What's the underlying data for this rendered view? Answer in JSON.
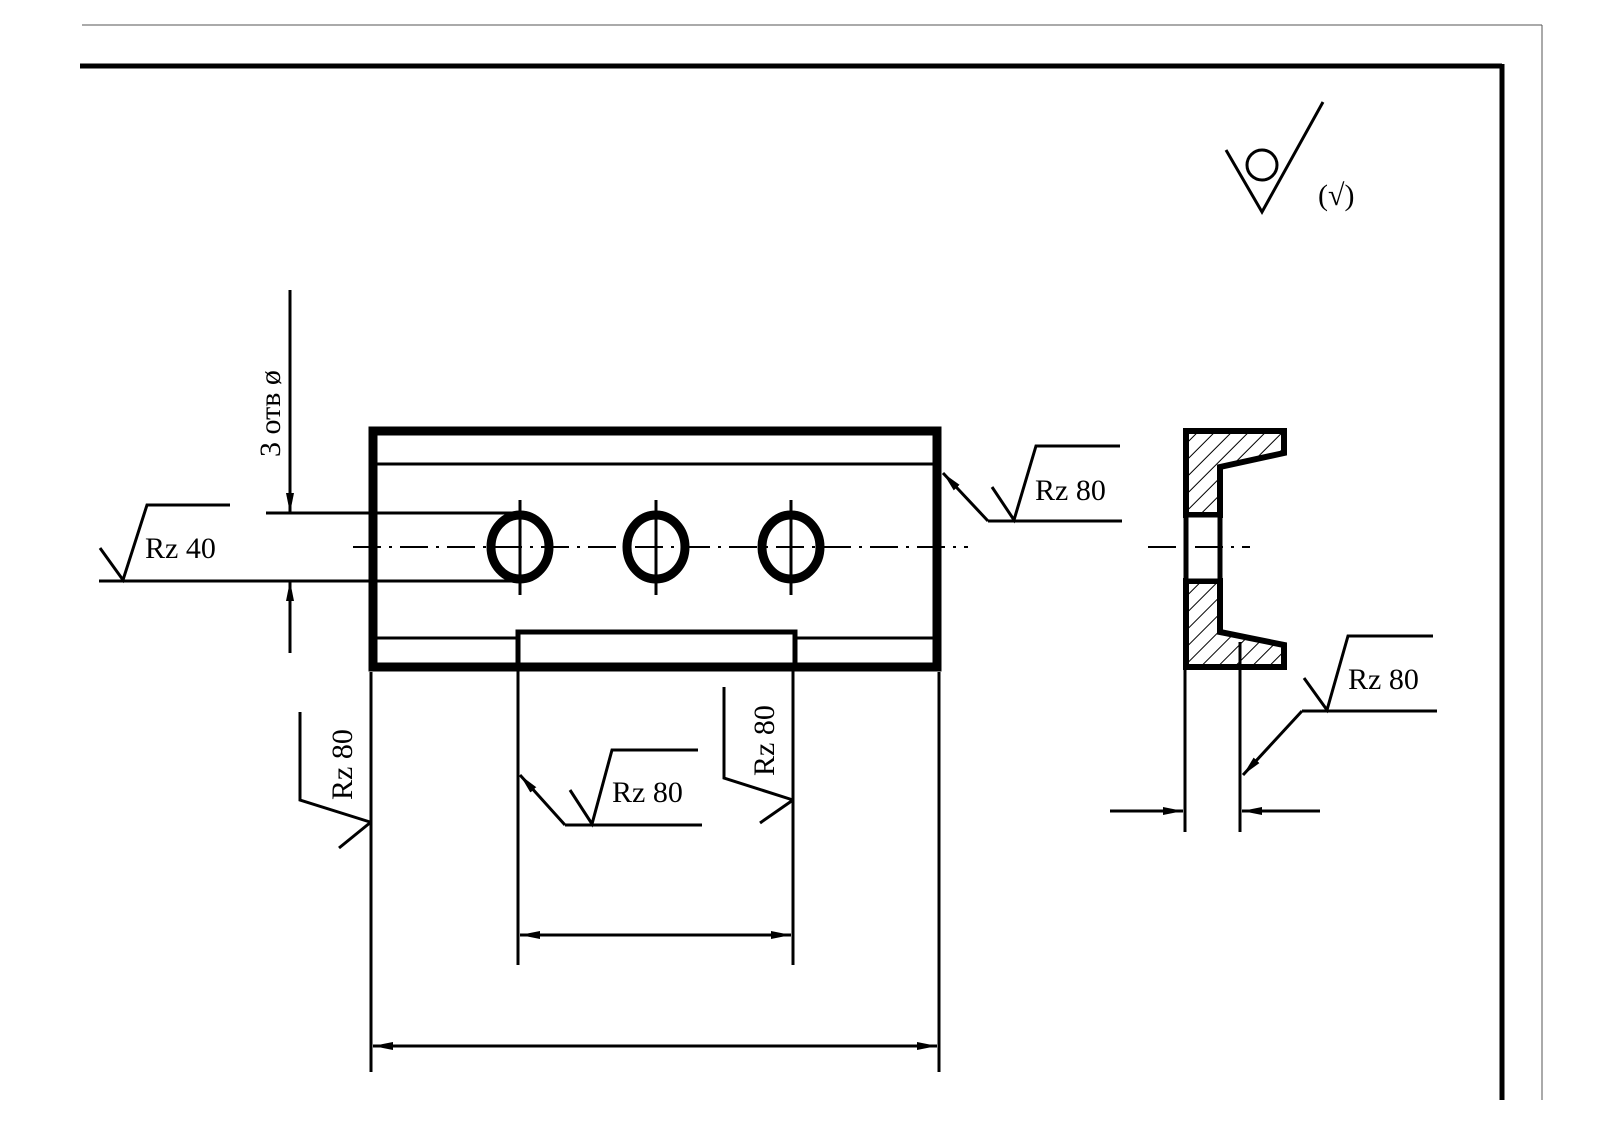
{
  "drawing": {
    "general_roughness": {
      "symbol": "machining-not-required-symbol",
      "bracket": "(√)"
    },
    "callouts": {
      "rz40_left": "Rz 40",
      "rz80_top_right": "Rz 80",
      "rz80_left_vertical": "Rz 80",
      "rz80_slot_bottom": "Rz 80",
      "rz80_slot_vertical": "Rz 80",
      "rz80_side_view": "Rz 80"
    },
    "hole_note": "3 отв ø"
  }
}
